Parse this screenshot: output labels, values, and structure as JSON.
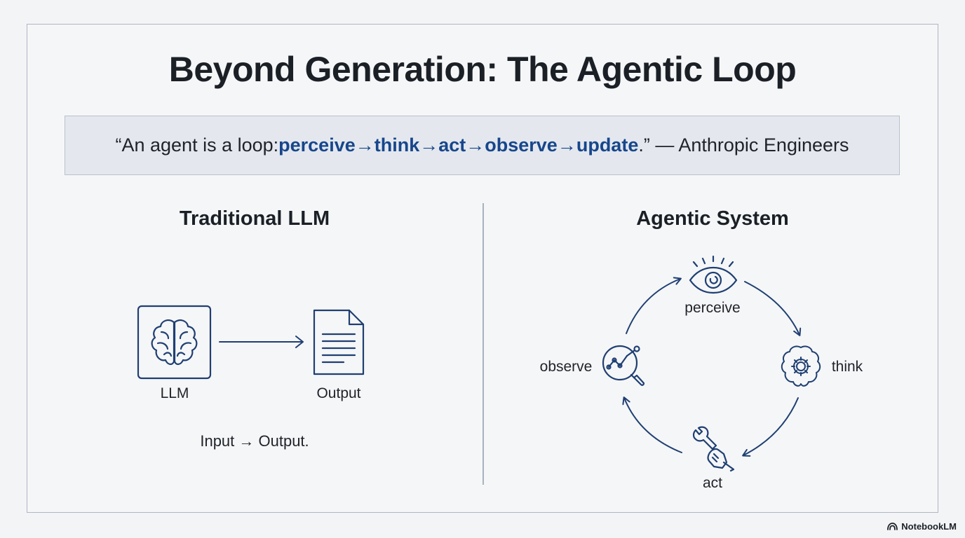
{
  "title": "Beyond Generation: The Agentic Loop",
  "quote": {
    "prefix": "“An agent is a loop: ",
    "steps": [
      "perceive",
      "think",
      "act",
      "observe",
      "update"
    ],
    "separator": " → ",
    "suffix": ".” — Anthropic Engineers"
  },
  "left": {
    "title": "Traditional LLM",
    "llm_label": "LLM",
    "output_label": "Output",
    "caption": "Input → Output."
  },
  "right": {
    "title": "Agentic System",
    "perceive_label": "perceive",
    "think_label": "think",
    "act_label": "act",
    "observe_label": "observe"
  },
  "icons": {
    "llm": "brain-icon",
    "output": "document-icon",
    "perceive": "eye-icon",
    "think": "brain-gear-icon",
    "act": "hand-wrench-icon",
    "observe": "magnifier-chart-icon"
  },
  "colors": {
    "accent": "#17468c",
    "icon": "#1f3f73",
    "text": "#1f2329"
  },
  "brand": "NotebookLM"
}
